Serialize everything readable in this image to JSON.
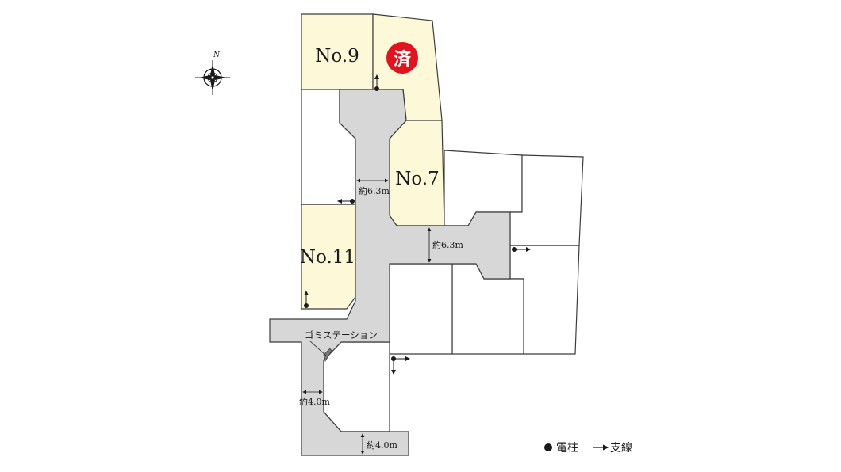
{
  "compass": {
    "north_label": "N"
  },
  "lots": [
    {
      "id": "lot-9",
      "label": "No.9",
      "sold": true,
      "sold_mark": "済"
    },
    {
      "id": "lot-7",
      "label": "No.7",
      "sold": false
    },
    {
      "id": "lot-11",
      "label": "No.11",
      "sold": false
    }
  ],
  "measurements": {
    "road_width_upper": "約6.3m",
    "road_width_middle": "約6.3m",
    "road_width_lower": "約4.0m",
    "road_width_exit": "約4.0m"
  },
  "facilities": {
    "garbage_station": "ゴミステーション"
  },
  "legend": {
    "pole": "電柱",
    "guy_wire": "支線"
  },
  "colors": {
    "lot_fill": "#fdf8d8",
    "road_fill": "#d7d7d8",
    "sold_badge": "#e0141e"
  }
}
